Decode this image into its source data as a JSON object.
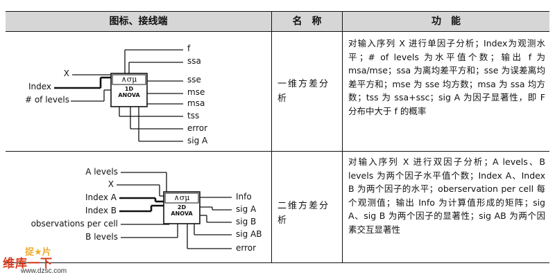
{
  "header": {
    "col1": "图标、接线端",
    "col2": "名　称",
    "col3": "功　能"
  },
  "rows": [
    {
      "name": "一维方差分析",
      "block": {
        "symbol": "∧σμ",
        "line1": "1D",
        "line2": "ANOVA"
      },
      "inputs": [
        "X",
        "Index",
        "# of levels"
      ],
      "outputs": [
        "f",
        "ssa",
        "sse",
        "mse",
        "msa",
        "tss",
        "error",
        "sig A"
      ],
      "function": "对输入序列 X 进行单因子分析；Index为观测水平；# of levels 为水平值个数；输出 f 为 msa/mse；ssa 为离均差平方和；sse 为误差离均差平方和；mse 为 sse 均方数；msa 为 ssa 均方数；tss 为 ssa+ssc；sig A 为因子显著性，即 F 分布中大于 f 的概率"
    },
    {
      "name": "二维方差分析",
      "block": {
        "symbol": "∧σμ",
        "line1": "2D",
        "line2": "ANOVA"
      },
      "inputs": [
        "A levels",
        "X",
        "Index A",
        "Index B",
        "observations per cell",
        "B levels"
      ],
      "outputs": [
        "Info",
        "sig A",
        "sig B",
        "sig AB",
        "error"
      ],
      "function": "对输入序列 X 进行双因子分析；A levels、B levels 为两个因子水平值个数；Index A、Index B 为两个因子的水平；oberservation per cell 每个观测值；输出 Info 为计算值形成的矩阵；sig A、sig B 为两个因子的显著性；sig AB 为两个因素交互显著性"
    }
  ],
  "watermark": {
    "brand": "维库一下",
    "tag": "捉★片",
    "url": "www.dzsc.com"
  },
  "colors": {
    "header_bg": "#d6d6d6",
    "watermark_red": "#d83a1e",
    "watermark_orange": "#f0a82a"
  }
}
